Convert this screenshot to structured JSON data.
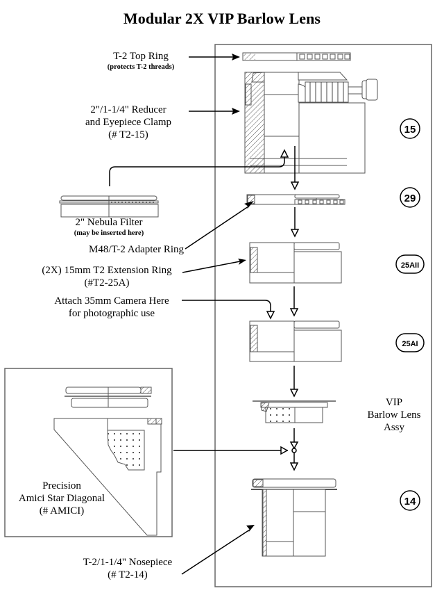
{
  "title": "Modular 2X VIP Barlow Lens",
  "labels": {
    "top_ring": {
      "line1": "T-2 Top Ring",
      "sub": "(protects T-2 threads)"
    },
    "reducer": {
      "line1": "2\"/1-1/4\" Reducer",
      "line2": "and Eyepiece Clamp",
      "line3": "(# T2-15)"
    },
    "nebula_filter": {
      "line1": "2\" Nebula Filter",
      "sub": "(may be inserted here)"
    },
    "adapter_ring": {
      "line1": "M48/T-2 Adapter Ring"
    },
    "extension_ring": {
      "line1": "(2X) 15mm T2 Extension Ring",
      "line2": "(#T2-25A)"
    },
    "camera": {
      "line1": "Attach 35mm Camera Here",
      "line2": "for photographic use"
    },
    "barlow_assy": {
      "line1": "VIP",
      "line2": "Barlow Lens",
      "line3": "Assy"
    },
    "amici": {
      "line1": "Precision",
      "line2": "Amici Star Diagonal",
      "line3": "(# AMICI)"
    },
    "nosepiece": {
      "line1": "T-2/1-1/4\" Nosepiece",
      "line2": "(# T2-14)"
    }
  },
  "badges": [
    "15",
    "29",
    "25AII",
    "25AI",
    "14"
  ]
}
